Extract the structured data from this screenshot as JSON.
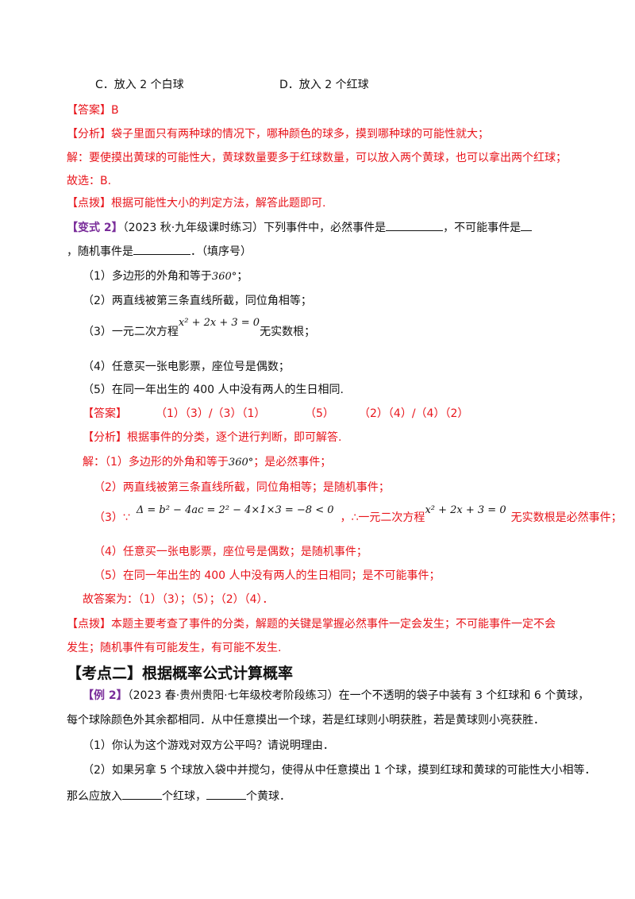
{
  "opt_c": "C．放入 2 个白球",
  "opt_d": "D．放入 2 个红球",
  "q1": {
    "answer_tag": "【答案】",
    "answer": "B",
    "analysis_tag": "【分析】",
    "analysis": "袋子里面只有两种球的情况下，哪种颜色的球多，摸到哪种球的可能性就大；",
    "solution": "解：要使摸出黄球的可能性大，黄球数量要多于红球数量，可以放入两个黄球，也可以拿出两个红球；",
    "choose": "故选：B.",
    "tip_tag": "【点拨】",
    "tip": "根据可能性大小的判定方法，解答此题即可."
  },
  "v2": {
    "tag": "【变式 2】",
    "stem_a": "（2023 秋·九年级课时练习）下列事件中，必然事件是",
    "stem_b": "，不可能事件是",
    "stem_c": "，随机事件是",
    "stem_d": "．（填序号）",
    "item1_a": "（1）多边形的外角和等于",
    "item1_math": "360°",
    "item1_b": "；",
    "item2": "（2）两直线被第三条直线所截，同位角相等；",
    "item3_a": "（3）一元二次方程",
    "item3_math": "x² + 2x + 3 = 0",
    "item3_b": "无实数根；",
    "item4": "（4）任意买一张电影票，座位号是偶数；",
    "item5": "（5）在同一年出生的 400 人中没有两人的生日相同.",
    "answer_tag": "【答案】",
    "ans1": "（1）（3）/（3）（1）",
    "ans2": "（5）",
    "ans3": "（2）（4）/（4）（2）",
    "analysis_tag": "【分析】",
    "analysis": "根据事件的分类，逐个进行判断，即可解答.",
    "sol1_a": "解：（1）多边形的外角和等于",
    "sol1_math": "360°",
    "sol1_b": "；是必然事件；",
    "sol2": "（2）两直线被第三条直线所截，同位角相等；是随机事件；",
    "sol3_a": "（3）∵",
    "sol3_math": "Δ = b² − 4ac = 2² − 4×1×3 = −8 < 0",
    "sol3_b": "，∴一元二次方程",
    "sol3_math2": "x² + 2x + 3 = 0",
    "sol3_c": "无实数根是必然事件；",
    "sol4": "（4）任意买一张电影票，座位号是偶数；是随机事件；",
    "sol5": "（5）在同一年出生的 400 人中没有两人的生日相同；是不可能事件；",
    "final": "故答案为：（1）（3）；（5）；（2）（4）．",
    "tip_tag": "【点拨】",
    "tip_line1": "本题主要考查了事件的分类，解题的关键是掌握必然事件一定会发生；不可能事件一定不会",
    "tip_line2": "发生；随机事件有可能发生，有可能不发生."
  },
  "kp2": {
    "heading": "【考点二】根据概率公式计算概率"
  },
  "ex2": {
    "tag": "【例 2】",
    "stem1": "（2023 春·贵州贵阳·七年级校考阶段练习）在一个不透明的袋子中装有 3 个红球和 6 个黄球，",
    "stem2": "每个球除颜色外其余都相同．从中任意摸出一个球，若是红球则小明获胜，若是黄球则小亮获胜．",
    "q1": "（1）你认为这个游戏对双方公平吗？请说明理由．",
    "q2": "（2）如果另拿 5 个球放入袋中并搅匀，使得从中任意摸出 1 个球，摸到红球和黄球的可能性大小相等．",
    "q3_a": "那么应放入",
    "q3_b": "个红球，",
    "q3_c": "个黄球．"
  }
}
